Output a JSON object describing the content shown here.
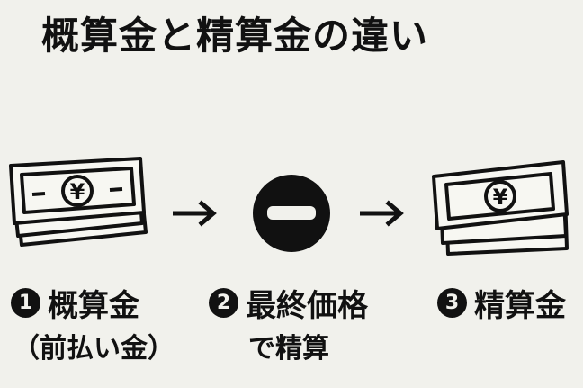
{
  "title": "概算金と精算金の違い",
  "icons": {
    "money_left": "banknote-yen-icon",
    "minus_circle": "minus-circle-icon",
    "money_right": "banknote-yen-icon",
    "arrow": "right-arrow-icon"
  },
  "steps": [
    {
      "number": "1",
      "label": "概算金",
      "sub": "（前払い金）"
    },
    {
      "number": "2",
      "label": "最終価格",
      "sub": "で精算"
    },
    {
      "number": "3",
      "label": "精算金",
      "sub": ""
    }
  ],
  "yen_symbol": "¥"
}
